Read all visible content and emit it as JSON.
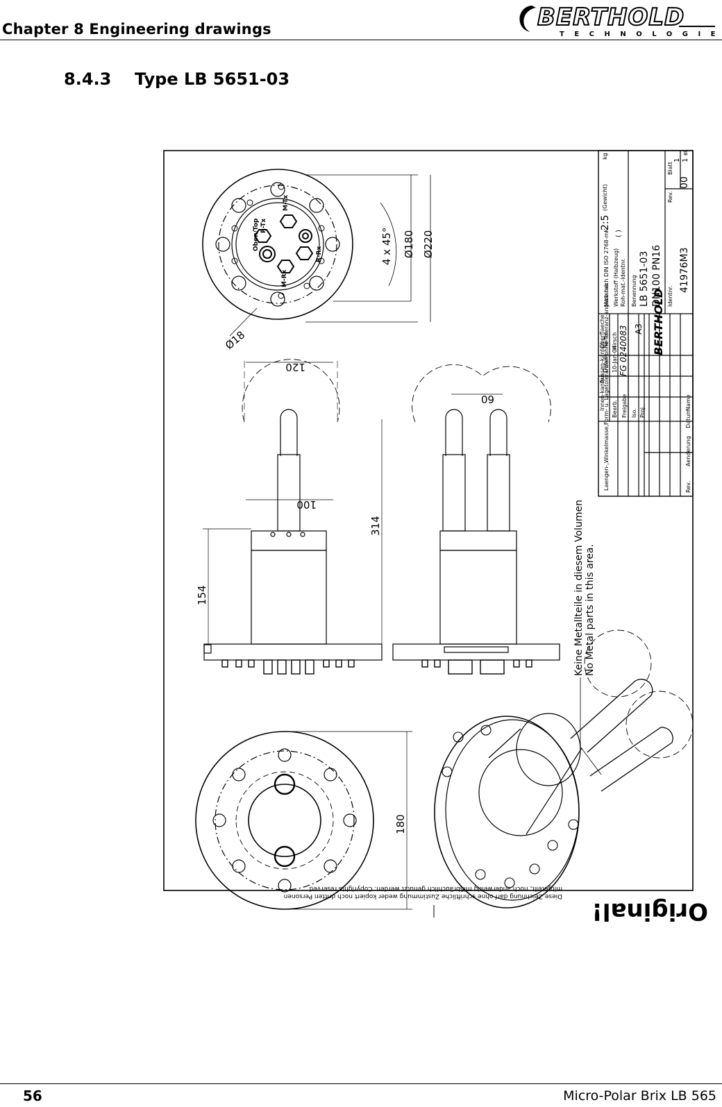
{
  "header": {
    "chapter_title": "Chapter 8 Engineering drawings",
    "logo_name": "BERTHOLD",
    "logo_sub": "TECHNOLOGIES"
  },
  "section": {
    "number": "8.4.3",
    "title": "Type LB 5651-03"
  },
  "drawing": {
    "dim_d220": "Ø220",
    "dim_d180": "Ø180",
    "dim_chamfer": "4 x 45°",
    "dim_d18": "Ø18",
    "dim_120": "120",
    "dim_60": "60",
    "dim_100": "100",
    "dim_314": "314",
    "dim_154": "154",
    "dim_180": "180",
    "label_oben": "Oben/Top",
    "label_rtx": "R-Tx",
    "label_mtx": "M-Tx",
    "label_mrx": "M-Rx",
    "label_rrx": "R-Rx",
    "note_de": "Keine Metallteile in diesem Volumen",
    "note_en": "No Metal parts in this area.",
    "copyright_line1": "Diese Zeichnung darf ohne schriftliche Zustimmung weder kopiert noch dritten Personen",
    "copyright_line2": "mitgeteilt, noch anderweitig mißbräuchlich genutzt werden. Copyrights reserved",
    "stamp": "Original!",
    "title_block": {
      "scale_label": "Maßstab",
      "scale": "2:5",
      "weight_label": "(Gewicht)",
      "weight_unit": "kg",
      "material_label": "Werkstoff (Halbzeug)",
      "rohmat_label": "Roh-mat.-Identnr.",
      "material_value": "( )",
      "tolerance_text": "Laengen-,Winkelmasse,Form- u. Lagetoleranzen ohne Toleranz-angabe nach DIN ISO 2768-mK",
      "innen_label": "Innen-kanten",
      "aussen_label": "Aussen-kanten",
      "oberflaeche_label": "Oberflaeche",
      "benennung_label": "Benennung",
      "name1": "LB 5651-03",
      "name2": "DN100 PN16",
      "bearb_label": "Bearb.",
      "freigabe_label": "Freigabe",
      "iso_label": "Iso.",
      "proj_label": "Proj.",
      "datum_label": "Datum",
      "name_label": "Name",
      "bearb_date": "10-Jan-04",
      "bearb_name": "Hirsch",
      "freigabe_hand": "FG 0240083",
      "format": "A3",
      "ident_label": "Identnr.",
      "ident": "41976M3",
      "rev_label": "Rev.",
      "rev": "00",
      "blatt_label": "Blatt",
      "blatt": "1",
      "blatt_of": "1",
      "bl_label": "Bl.",
      "change_rev_label": "Rev.",
      "change_label": "Aenderung",
      "change_date_label": "Datum",
      "change_name_label": "Name",
      "logo": "BERTHOLD"
    }
  },
  "footer": {
    "page_number": "56",
    "doc_title": "Micro-Polar Brix LB 565"
  }
}
